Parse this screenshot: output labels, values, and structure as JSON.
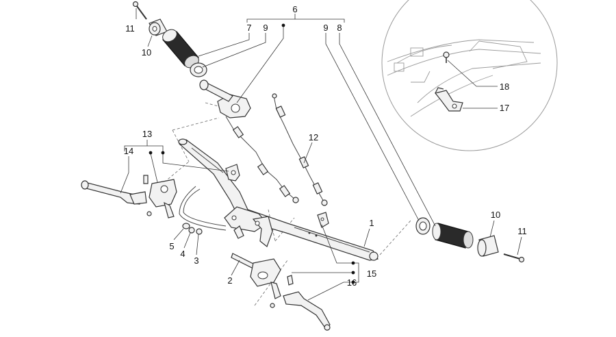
{
  "callouts": {
    "c1": "1",
    "c2": "2",
    "c3": "3",
    "c4": "4",
    "c5": "5",
    "c6": "6",
    "c7": "7",
    "c9a": "9",
    "c9b": "9",
    "c8": "8",
    "c10a": "10",
    "c11a": "11",
    "c10b": "10",
    "c11b": "11",
    "c12": "12",
    "c13": "13",
    "c14": "14",
    "c15": "15",
    "c16": "16",
    "c17": "17",
    "c18": "18"
  },
  "colors": {
    "ink": "#333333",
    "grip": "#2a2a2a",
    "inset_circle": "#999999"
  }
}
